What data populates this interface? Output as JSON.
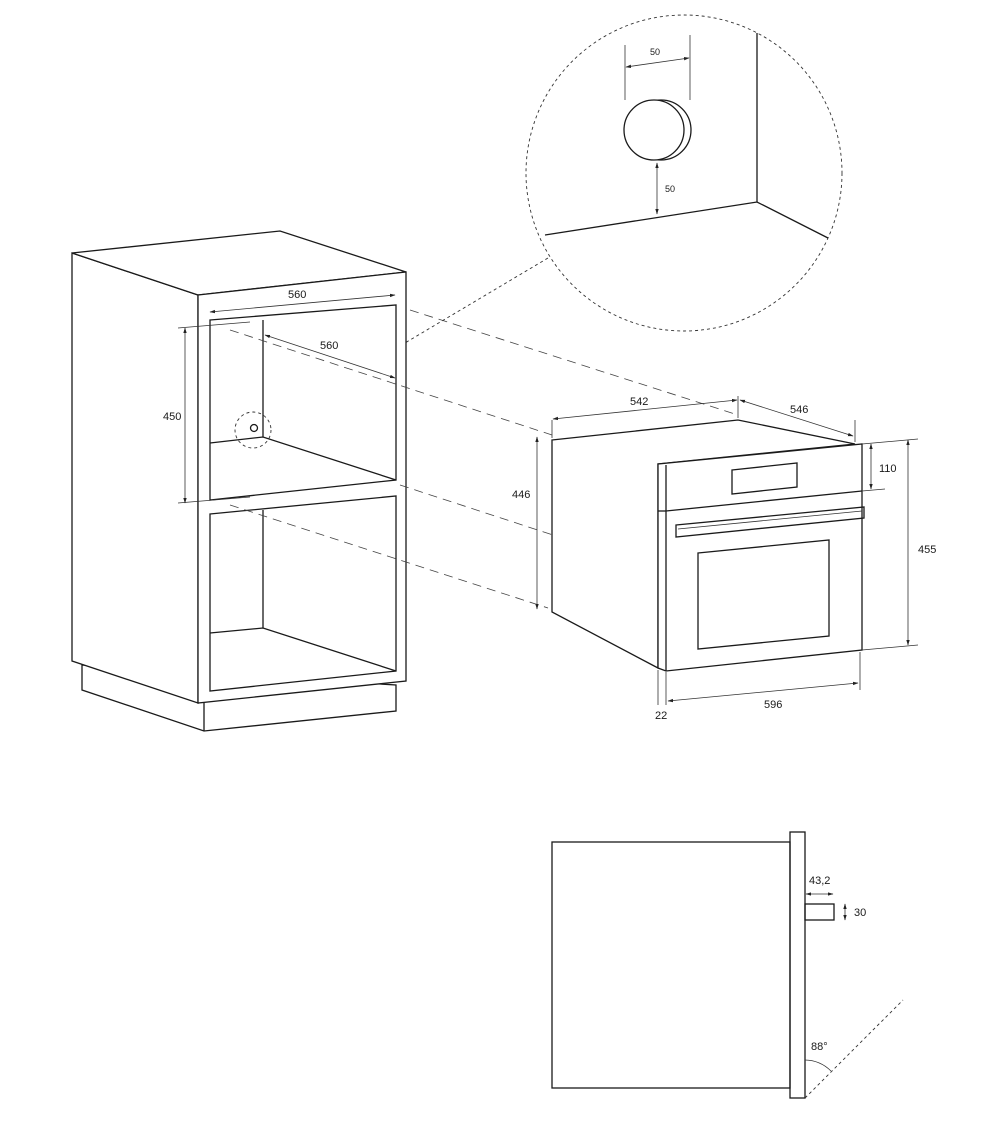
{
  "detail": {
    "knob_offset_x": "50",
    "knob_offset_y": "50"
  },
  "cabinet": {
    "width": "560",
    "depth": "560",
    "height": "450"
  },
  "oven": {
    "depth_top": "542",
    "depth_side": "546",
    "body_height": "446",
    "panel_height": "110",
    "total_height": "455",
    "door_thickness": "22",
    "width": "596"
  },
  "side_view": {
    "handle_depth": "43,2",
    "handle_height": "30",
    "door_angle": "88°"
  }
}
